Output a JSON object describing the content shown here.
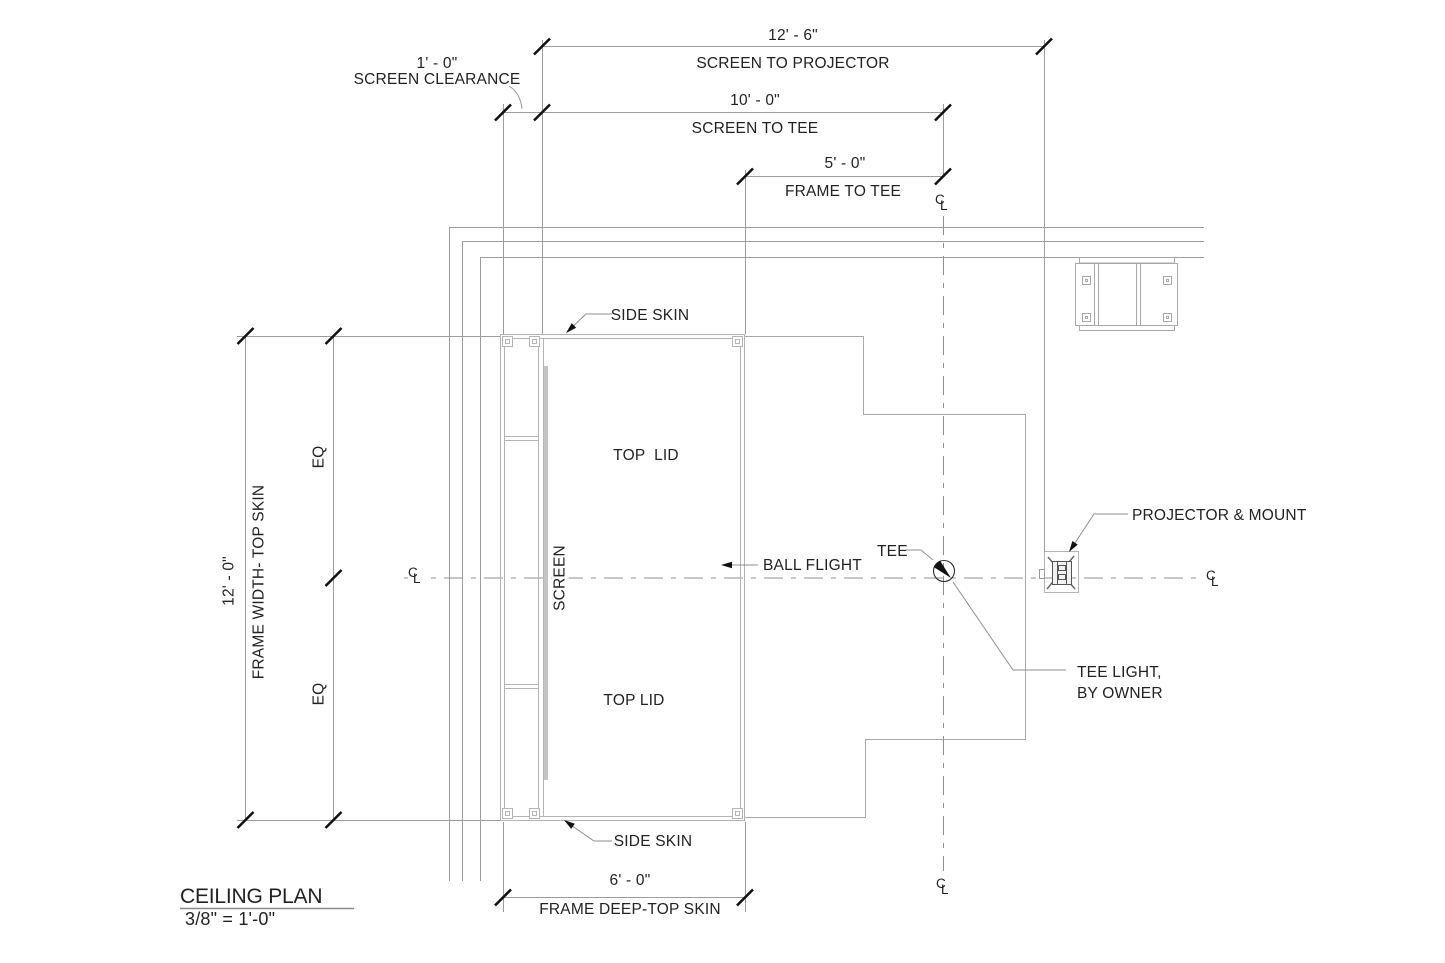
{
  "drawing": {
    "title": "CEILING PLAN",
    "scale": "3/8\" = 1'-0\""
  },
  "dimensions": {
    "screen_to_projector": {
      "value": "12' - 6\"",
      "label": "SCREEN TO PROJECTOR"
    },
    "screen_to_tee": {
      "value": "10' - 0\"",
      "label": "SCREEN TO TEE"
    },
    "frame_to_tee": {
      "value": "5' - 0\"",
      "label": "FRAME TO TEE"
    },
    "screen_clearance": {
      "value": "1' - 0\"",
      "label": "SCREEN CLEARANCE"
    },
    "frame_width": {
      "value": "12' - 0\"",
      "label": "FRAME WIDTH- TOP SKIN"
    },
    "eq_top": "EQ",
    "eq_bottom": "EQ",
    "frame_deep": {
      "value": "6' - 0\"",
      "label": "FRAME DEEP-TOP SKIN"
    }
  },
  "annotations": {
    "side_skin_top": "SIDE SKIN",
    "side_skin_bottom": "SIDE SKIN",
    "top_lid_upper": "TOP  LID",
    "top_lid_lower": "TOP LID",
    "screen": "SCREEN",
    "ball_flight": "BALL FLIGHT",
    "tee": "TEE",
    "projector_mount": "PROJECTOR & MOUNT",
    "tee_light_line1": "TEE LIGHT,",
    "tee_light_line2": "BY OWNER"
  },
  "symbols": {
    "centerline_c": "C",
    "centerline_l": "L"
  },
  "colors": {
    "background": "#ffffff",
    "thin_line_gray": "#9c9c9c",
    "frame_gray": "#b4b4b4",
    "tick_black": "#111111",
    "text": "#222222"
  }
}
